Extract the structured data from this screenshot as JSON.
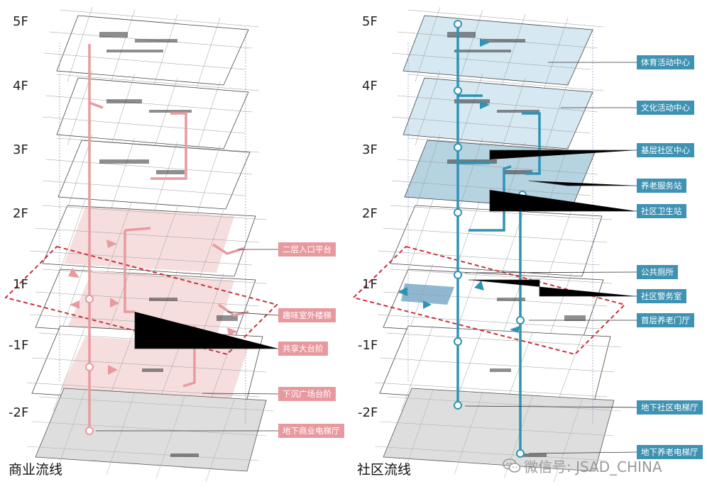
{
  "left_panel": {
    "title": "商业流线",
    "floors": [
      "5F",
      "4F",
      "3F",
      "2F",
      "1F",
      "-1F",
      "-2F"
    ],
    "labels": [
      "二层入口平台",
      "趣味室外楼梯",
      "共享大台阶",
      "下沉广场台阶",
      "地下商业电梯厅"
    ]
  },
  "right_panel": {
    "title": "社区流线",
    "floors": [
      "5F",
      "4F",
      "3F",
      "2F",
      "1F",
      "-1F",
      "-2F"
    ],
    "labels": [
      "体育活动中心",
      "文化活动中心",
      "基层社区中心",
      "养老服务站",
      "社区卫生站",
      "公共厕所",
      "社区警务室",
      "首层养老门厅",
      "地下社区电梯厅",
      "地下养老电梯厅"
    ]
  },
  "watermark": "微信号: JSAD_CHINA",
  "colors": {
    "commercial_route": "#e89aa0",
    "community_route": "#2f93b4",
    "dashed_outline": "#c8323a",
    "commercial_fill": "#f7dede",
    "community_fill": "#d6e8f1",
    "basement_fill": "#dedede"
  }
}
